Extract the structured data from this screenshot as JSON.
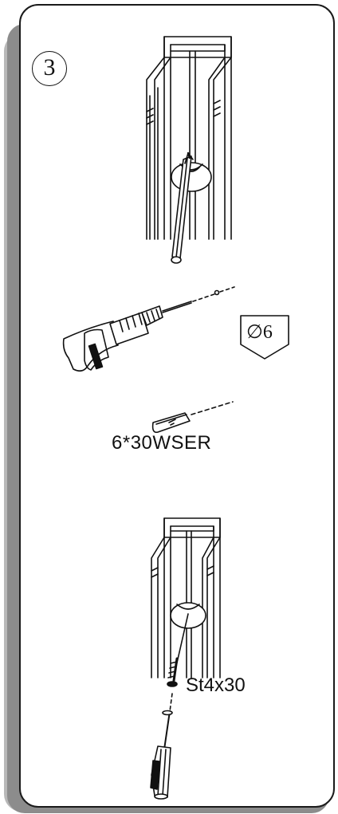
{
  "step": {
    "number": "3"
  },
  "drill": {
    "bit_size": "∅6"
  },
  "anchor": {
    "label": "6*30WSER"
  },
  "screw": {
    "label": "St4x30"
  },
  "colors": {
    "line": "#111111",
    "shadow": "#8c8c8c",
    "card": "#ffffff"
  },
  "icons": [
    "step-number-badge",
    "frame-profile",
    "pencil-icon",
    "drill-icon",
    "drill-bit-tag",
    "wall-anchor-icon",
    "screw-icon",
    "screwdriver-icon"
  ]
}
